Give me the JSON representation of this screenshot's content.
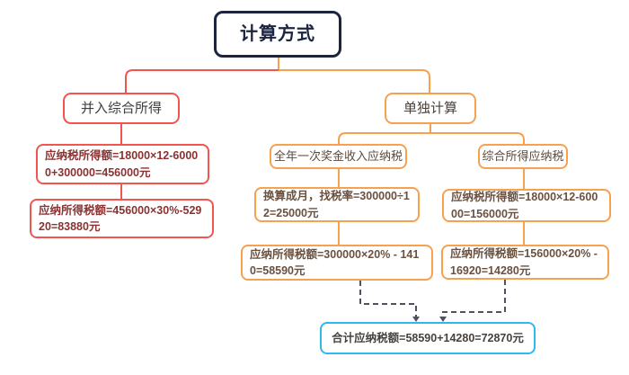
{
  "title": "计算方式",
  "left_branch": {
    "label": "并入综合所得",
    "step1": "应纳税所得额=18000×12-60000+300000=456000元",
    "step2": "应纳所得税额=456000×30%-52920=83880元"
  },
  "right_branch": {
    "label": "单独计算",
    "bonus": {
      "label": "全年一次奖金收入应纳税",
      "step1": "换算成月，找税率=300000÷12=25000元",
      "step2": "应纳所得税额=300000×20% - 1410=58590元"
    },
    "comprehensive": {
      "label": "综合所得应纳税",
      "step1": "应纳税所得额=18000×12-60000=156000元",
      "step2": "应纳所得税额=156000×20% - 16920=14280元"
    }
  },
  "total": "合计应纳税额=58590+14280=72870元",
  "colors": {
    "title_border": "#1C2440",
    "red_branch": "#F2554E",
    "red_text": "#8A3231",
    "orange_branch": "#F7A14E",
    "orange_text": "#6A513F",
    "total_border": "#2FB7F0",
    "total_text": "#46413D",
    "dashed_connector": "#50505E"
  }
}
